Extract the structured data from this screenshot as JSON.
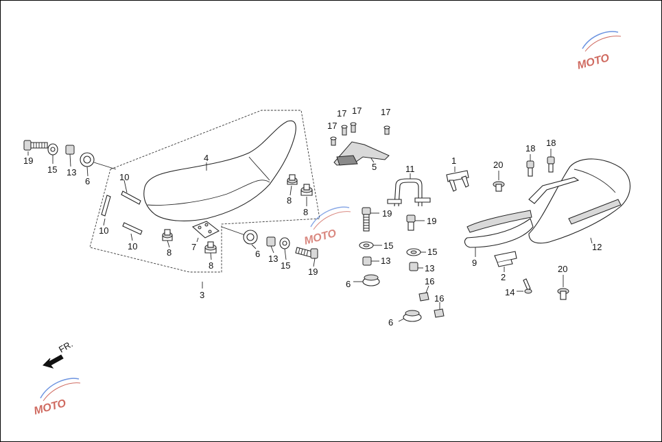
{
  "callouts": {
    "c19a": "19",
    "c15a": "15",
    "c13a": "13",
    "c6a": "6",
    "c4": "4",
    "c10a": "10",
    "c10b": "10",
    "c10c": "10",
    "c8a": "8",
    "c8b": "8",
    "c8c": "8",
    "c8d": "8",
    "c7": "7",
    "c3": "3",
    "c6b": "6",
    "c13b": "13",
    "c15b": "15",
    "c19b": "19",
    "c17a": "17",
    "c17b": "17",
    "c17c": "17",
    "c17d": "17",
    "c5": "5",
    "c11": "11",
    "c19c": "19",
    "c15c": "15",
    "c13c": "13",
    "c6c": "6",
    "c19d": "19",
    "c15d": "15",
    "c13d": "13",
    "c16a": "16",
    "c16b": "16",
    "c6d": "6",
    "c1": "1",
    "c20a": "20",
    "c18a": "18",
    "c18b": "18",
    "c9": "9",
    "c2": "2",
    "c12": "12",
    "c14": "14",
    "c20b": "20"
  },
  "direction_label": "FR.",
  "watermark_text": "MOTO",
  "colors": {
    "line": "#222222",
    "watermark_red": "#c0392b",
    "watermark_blue": "#3b6fd6"
  }
}
